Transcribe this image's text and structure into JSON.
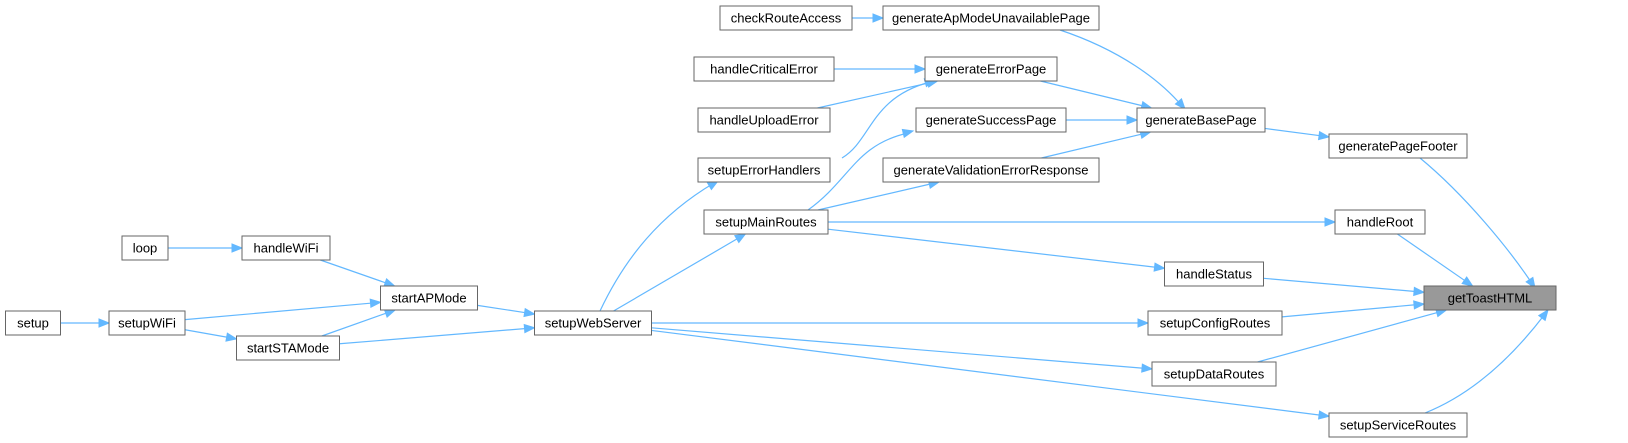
{
  "nodes": [
    {
      "id": "getToastHTML",
      "label": "getToastHTML",
      "highlight": true
    },
    {
      "id": "generatePageFooter",
      "label": "generatePageFooter"
    },
    {
      "id": "handleRoot",
      "label": "handleRoot"
    },
    {
      "id": "handleStatus",
      "label": "handleStatus"
    },
    {
      "id": "setupConfigRoutes",
      "label": "setupConfigRoutes"
    },
    {
      "id": "setupDataRoutes",
      "label": "setupDataRoutes"
    },
    {
      "id": "setupServiceRoutes",
      "label": "setupServiceRoutes"
    },
    {
      "id": "generateBasePage",
      "label": "generateBasePage"
    },
    {
      "id": "generateApModeUnavailablePage",
      "label": "generateApModeUnavailablePage"
    },
    {
      "id": "generateErrorPage",
      "label": "generateErrorPage"
    },
    {
      "id": "generateSuccessPage",
      "label": "generateSuccessPage"
    },
    {
      "id": "generateValidationErrorResponse",
      "label": "generateValidationErrorResponse"
    },
    {
      "id": "checkRouteAccess",
      "label": "checkRouteAccess"
    },
    {
      "id": "handleCriticalError",
      "label": "handleCriticalError"
    },
    {
      "id": "handleUploadError",
      "label": "handleUploadError"
    },
    {
      "id": "setupErrorHandlers",
      "label": "setupErrorHandlers"
    },
    {
      "id": "setupMainRoutes",
      "label": "setupMainRoutes"
    },
    {
      "id": "setupWebServer",
      "label": "setupWebServer"
    },
    {
      "id": "startAPMode",
      "label": "startAPMode"
    },
    {
      "id": "startSTAMode",
      "label": "startSTAMode"
    },
    {
      "id": "handleWiFi",
      "label": "handleWiFi"
    },
    {
      "id": "loop",
      "label": "loop"
    },
    {
      "id": "setupWiFi",
      "label": "setupWiFi"
    },
    {
      "id": "setup",
      "label": "setup"
    }
  ],
  "edges": [
    {
      "from": "generatePageFooter",
      "to": "getToastHTML"
    },
    {
      "from": "handleRoot",
      "to": "getToastHTML"
    },
    {
      "from": "handleStatus",
      "to": "getToastHTML"
    },
    {
      "from": "setupConfigRoutes",
      "to": "getToastHTML"
    },
    {
      "from": "setupDataRoutes",
      "to": "getToastHTML"
    },
    {
      "from": "setupServiceRoutes",
      "to": "getToastHTML"
    },
    {
      "from": "generateBasePage",
      "to": "generatePageFooter"
    },
    {
      "from": "generateApModeUnavailablePage",
      "to": "generateBasePage"
    },
    {
      "from": "generateErrorPage",
      "to": "generateBasePage"
    },
    {
      "from": "generateSuccessPage",
      "to": "generateBasePage"
    },
    {
      "from": "generateValidationErrorResponse",
      "to": "generateBasePage"
    },
    {
      "from": "checkRouteAccess",
      "to": "generateApModeUnavailablePage"
    },
    {
      "from": "handleCriticalError",
      "to": "generateErrorPage"
    },
    {
      "from": "handleUploadError",
      "to": "generateErrorPage"
    },
    {
      "from": "setupErrorHandlers",
      "to": "generateErrorPage"
    },
    {
      "from": "setupMainRoutes",
      "to": "generateSuccessPage"
    },
    {
      "from": "setupMainRoutes",
      "to": "generateValidationErrorResponse"
    },
    {
      "from": "setupMainRoutes",
      "to": "handleRoot"
    },
    {
      "from": "setupMainRoutes",
      "to": "handleStatus"
    },
    {
      "from": "setupWebServer",
      "to": "setupErrorHandlers"
    },
    {
      "from": "setupWebServer",
      "to": "setupMainRoutes"
    },
    {
      "from": "setupWebServer",
      "to": "setupConfigRoutes"
    },
    {
      "from": "setupWebServer",
      "to": "setupDataRoutes"
    },
    {
      "from": "setupWebServer",
      "to": "setupServiceRoutes"
    },
    {
      "from": "startAPMode",
      "to": "setupWebServer"
    },
    {
      "from": "startSTAMode",
      "to": "setupWebServer"
    },
    {
      "from": "startSTAMode",
      "to": "startAPMode"
    },
    {
      "from": "handleWiFi",
      "to": "startAPMode"
    },
    {
      "from": "loop",
      "to": "handleWiFi"
    },
    {
      "from": "setupWiFi",
      "to": "startAPMode"
    },
    {
      "from": "setupWiFi",
      "to": "startSTAMode"
    },
    {
      "from": "setup",
      "to": "setupWiFi"
    }
  ],
  "colors": {
    "edge": "#63b8ff",
    "node_border": "#666666",
    "node_fill": "#ffffff",
    "highlight_fill": "#999999"
  }
}
